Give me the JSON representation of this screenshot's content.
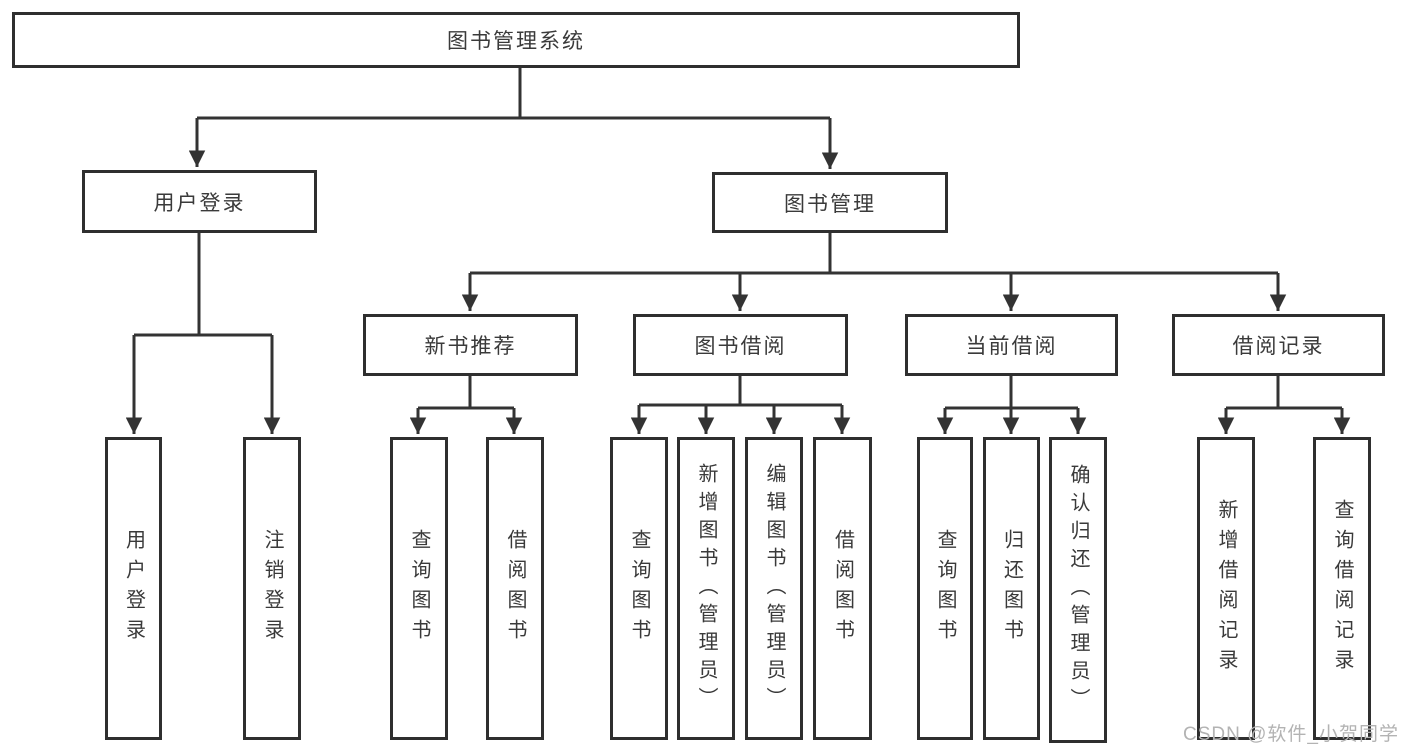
{
  "diagram": {
    "type": "hierarchy-tree",
    "line_color": "#333333",
    "box_border_color": "#2f2f2f",
    "text_color": "#3a3a3a",
    "background_color": "#ffffff"
  },
  "tree": {
    "root": "图书管理系统",
    "children": [
      {
        "label": "用户登录",
        "children": [
          "用户登录",
          "注销登录"
        ]
      },
      {
        "label": "图书管理",
        "children": [
          {
            "label": "新书推荐",
            "children": [
              "查询图书",
              "借阅图书"
            ]
          },
          {
            "label": "图书借阅",
            "children": [
              "查询图书",
              "新增图书（管理员）",
              "编辑图书（管理员）",
              "借阅图书"
            ]
          },
          {
            "label": "当前借阅",
            "children": [
              "查询图书",
              "归还图书",
              "确认归还（管理员）"
            ]
          },
          {
            "label": "借阅记录",
            "children": [
              "新增借阅记录",
              "查询借阅记录"
            ]
          }
        ]
      }
    ]
  },
  "watermark": {
    "text": "CSDN @软件_小贺同学",
    "color": "#b3b3b3"
  }
}
